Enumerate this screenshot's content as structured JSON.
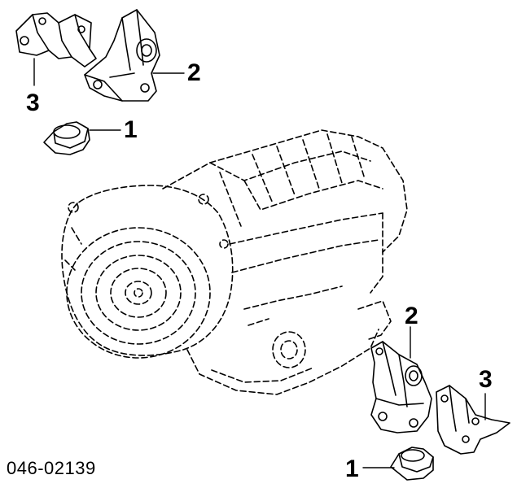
{
  "diagram": {
    "part_code": "046-02139",
    "callouts": {
      "top_bracket_right": "2",
      "top_bracket_left": "3",
      "top_mount": "1",
      "bottom_bracket_left": "2",
      "bottom_bracket_right": "3",
      "bottom_mount": "1"
    },
    "colors": {
      "line": "#000000",
      "background": "#ffffff"
    }
  }
}
